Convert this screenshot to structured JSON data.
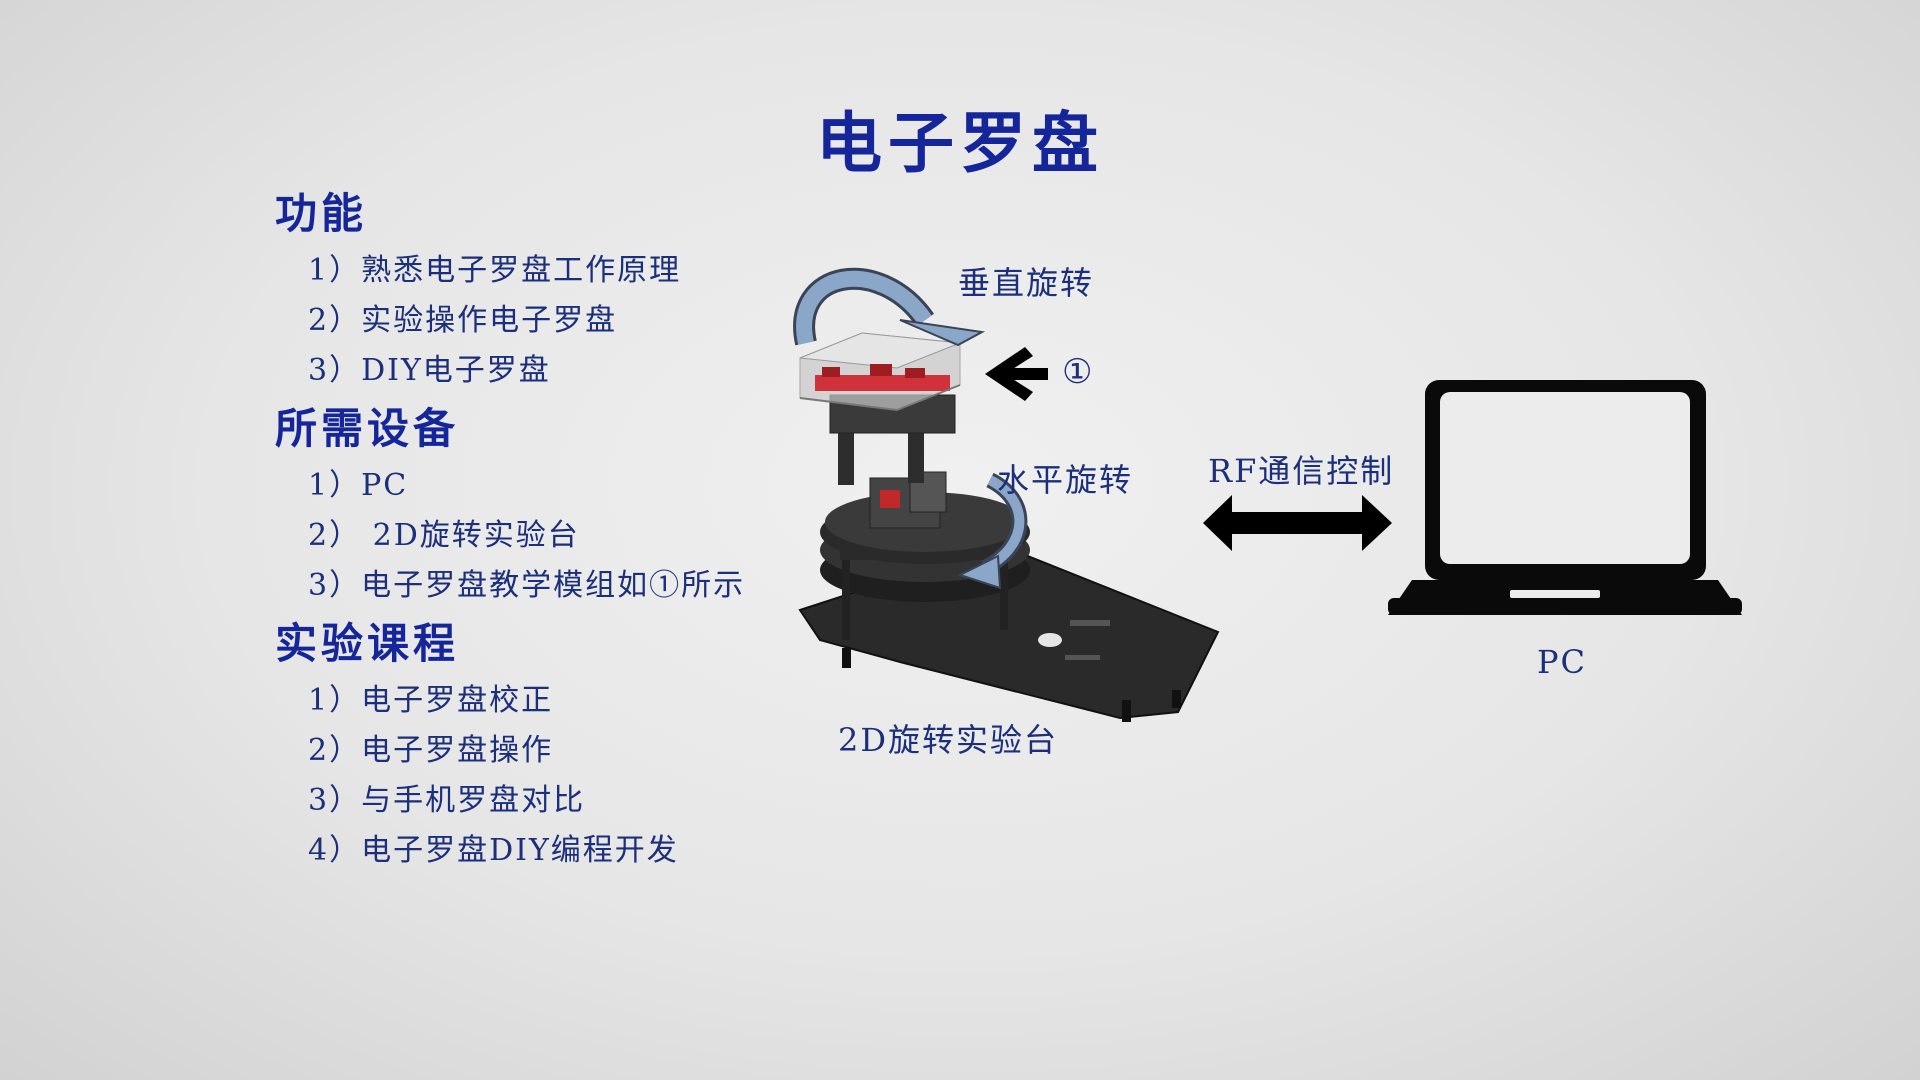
{
  "title": "电子罗盘",
  "sections": [
    {
      "heading": "功能",
      "items": [
        "1）熟悉电子罗盘工作原理",
        "2）实验操作电子罗盘",
        "3）DIY电子罗盘"
      ]
    },
    {
      "heading": "所需设备",
      "items": [
        "1）PC",
        "2） 2D旋转实验台",
        "3）电子罗盘教学模组如①所示"
      ]
    },
    {
      "heading": "实验课程",
      "items": [
        "1）电子罗盘校正",
        "2）电子罗盘操作",
        "3）与手机罗盘对比",
        "4）电子罗盘DIY编程开发"
      ]
    }
  ],
  "diagram": {
    "vertical_rotation": "垂直旋转",
    "module_marker": "①",
    "horizontal_rotation": "水平旋转",
    "platform_label": "2D旋转实验台",
    "link_label": "RF通信控制",
    "pc_label": "PC"
  },
  "colors": {
    "text": "#1c2f7a",
    "heading": "#15269a",
    "arrow_fill": "#8aa6c8"
  }
}
